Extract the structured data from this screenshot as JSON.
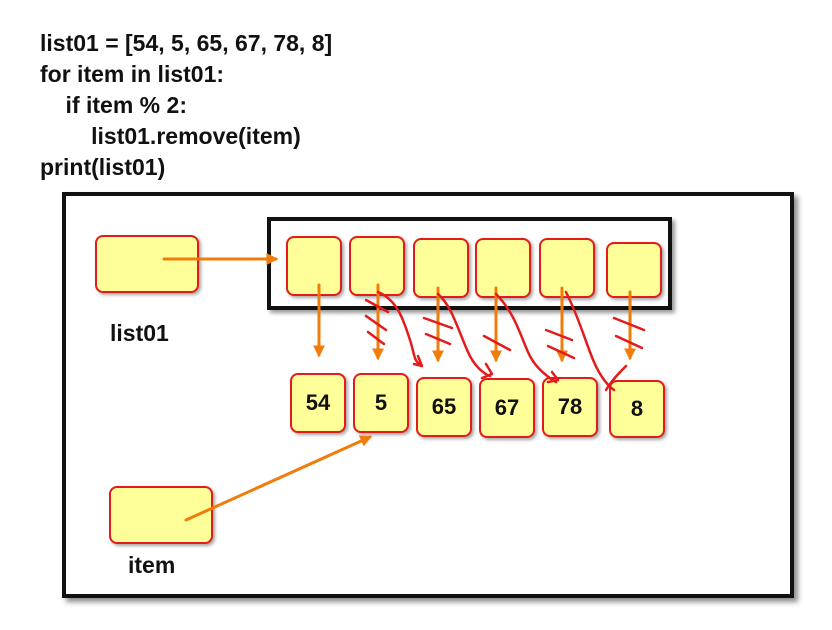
{
  "code": {
    "line1": "list01 = [54, 5, 65, 67, 78, 8]",
    "line2": "for item in list01:",
    "line3": "    if item % 2:",
    "line4": "        list01.remove(item)",
    "line5": "print(list01)"
  },
  "labels": {
    "list_var": "list01",
    "item_var": "item"
  },
  "values": [
    "54",
    "5",
    "65",
    "67",
    "78",
    "8"
  ],
  "colors": {
    "box_fill": "#ffff99",
    "box_border": "#e31b1b",
    "arrow": "#f07c0c",
    "scribble": "#e31b1b",
    "frame": "#111111"
  }
}
